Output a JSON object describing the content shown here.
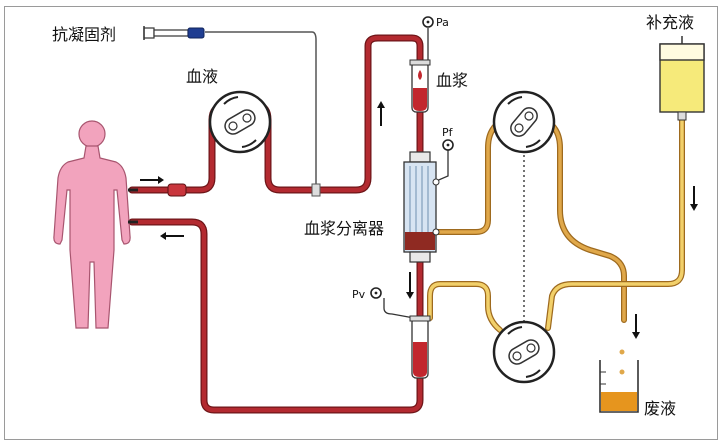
{
  "labels": {
    "anticoagulant": "抗凝固剂",
    "blood": "血液",
    "plasma": "血浆",
    "plasma_separator": "血浆分离器",
    "replacement_fluid": "补充液",
    "waste_fluid": "废液",
    "pa": "Pa",
    "pf": "Pf",
    "pv": "Pv"
  },
  "colors": {
    "blood_line": "#a8252b",
    "plasma_line": "#d89a3a",
    "replacement_fluid": "#f6ea7a",
    "waste_fluid": "#e6951e",
    "body": "#f2a3bd",
    "tube_gray": "#555555",
    "syringe_tip": "#1f3d91"
  },
  "icons": {
    "body": "human-figure-icon",
    "pump": "roller-pump-icon",
    "gauge": "pressure-gauge-icon",
    "arrow": "flow-arrow-icon",
    "syringe": "syringe-icon",
    "bag": "fluid-bag-icon",
    "chamber": "drip-chamber-icon",
    "beaker": "waste-beaker-icon",
    "filter": "plasma-filter-icon"
  }
}
